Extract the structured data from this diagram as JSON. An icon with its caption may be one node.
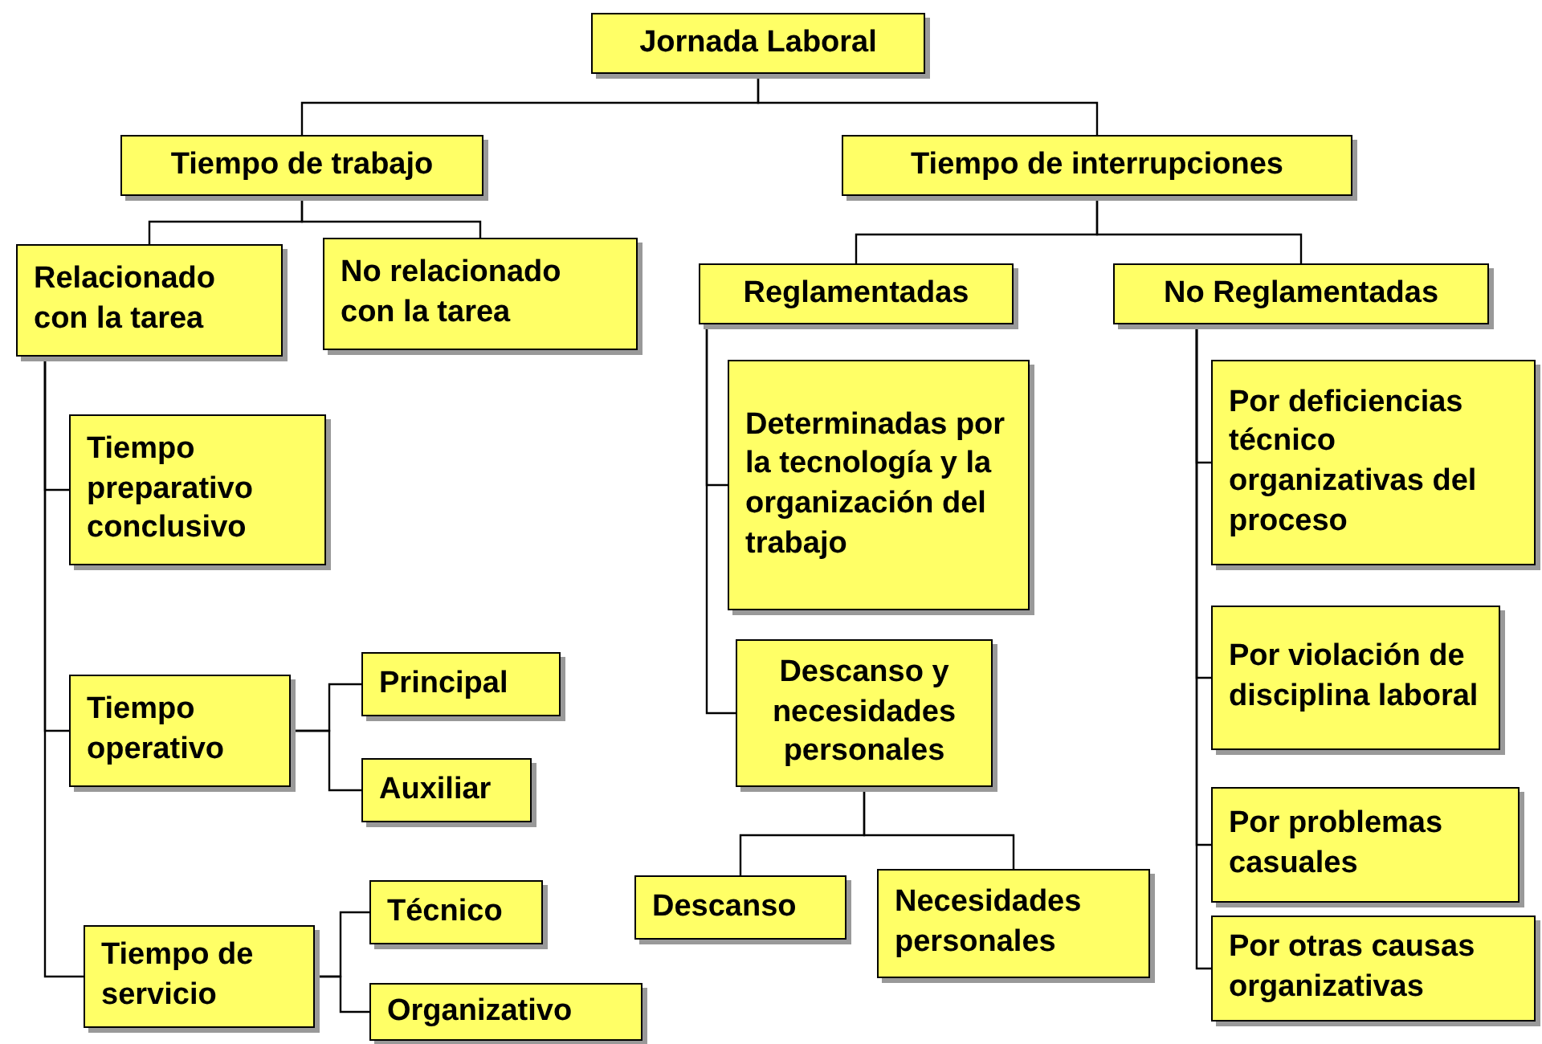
{
  "diagram": {
    "nodes": [
      {
        "text": [
          "Jornada Laboral"
        ]
      },
      {
        "text": [
          "Tiempo de trabajo"
        ]
      },
      {
        "text": [
          "Tiempo de interrupciones"
        ]
      },
      {
        "text": [
          "Relacionado con la tarea"
        ]
      },
      {
        "text": [
          "No relacionado con la tarea"
        ]
      },
      {
        "text": [
          "Reglamentadas"
        ]
      },
      {
        "text": [
          "No Reglamentadas"
        ]
      },
      {
        "text": [
          "Tiempo preparativo conclusivo"
        ]
      },
      {
        "text": [
          "Determinadas por la tecnología y la organización del trabajo"
        ]
      },
      {
        "text": [
          "Por deficiencias técnico organizativas del proceso"
        ]
      },
      {
        "text": [
          "Tiempo operativo"
        ]
      },
      {
        "text": [
          "Principal"
        ]
      },
      {
        "text": [
          "Auxiliar"
        ]
      },
      {
        "text": [
          "Descanso y necesidades personales"
        ]
      },
      {
        "text": [
          "Por violación de disciplina laboral"
        ]
      },
      {
        "text": [
          "Por problemas casuales"
        ]
      },
      {
        "text": [
          "Descanso"
        ]
      },
      {
        "text": [
          "Necesidades personales"
        ]
      },
      {
        "text": [
          "Tiempo de servicio"
        ]
      },
      {
        "text": [
          "Técnico"
        ]
      },
      {
        "text": [
          "Organizativo"
        ]
      },
      {
        "text": [
          "Por otras causas organizativas"
        ]
      }
    ],
    "edges": [
      {
        "from": 0,
        "to": 1,
        "arrow": "none"
      },
      {
        "from": 0,
        "to": 2,
        "arrow": "none"
      },
      {
        "from": 1,
        "to": 3,
        "arrow": "none"
      },
      {
        "from": 1,
        "to": 4,
        "arrow": "none"
      },
      {
        "from": 2,
        "to": 5,
        "arrow": "none"
      },
      {
        "from": 2,
        "to": 6,
        "arrow": "none"
      },
      {
        "from": 3,
        "to": 7,
        "arrow": "none"
      },
      {
        "from": 3,
        "to": 10,
        "arrow": "none"
      },
      {
        "from": 3,
        "to": 18,
        "arrow": "none"
      },
      {
        "from": 10,
        "to": 11,
        "arrow": "none"
      },
      {
        "from": 10,
        "to": 12,
        "arrow": "none"
      },
      {
        "from": 18,
        "to": 19,
        "arrow": "none"
      },
      {
        "from": 18,
        "to": 20,
        "arrow": "none"
      },
      {
        "from": 5,
        "to": 8,
        "arrow": "none"
      },
      {
        "from": 5,
        "to": 13,
        "arrow": "none"
      },
      {
        "from": 13,
        "to": 16,
        "arrow": "none"
      },
      {
        "from": 13,
        "to": 17,
        "arrow": "none"
      },
      {
        "from": 6,
        "to": 9,
        "arrow": "none"
      },
      {
        "from": 6,
        "to": 14,
        "arrow": "none"
      },
      {
        "from": 6,
        "to": 15,
        "arrow": "none"
      },
      {
        "from": 6,
        "to": 21,
        "arrow": "none"
      }
    ]
  }
}
